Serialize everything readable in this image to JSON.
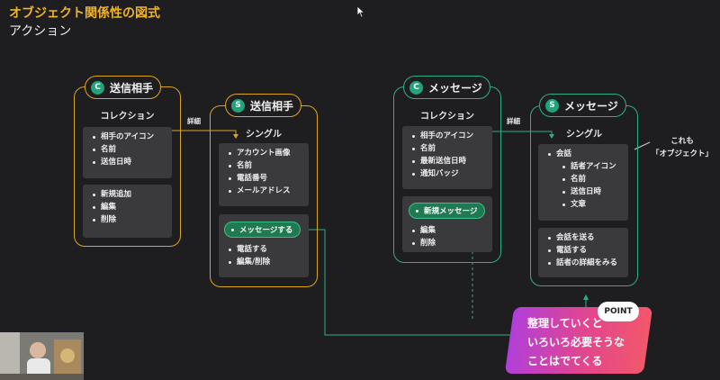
{
  "header": {
    "title": "オブジェクト関係性の図式",
    "subtitle": "アクション"
  },
  "cards": {
    "sender_collection": {
      "badge": "C",
      "name": "送信相手",
      "section": "コレクション",
      "list1": [
        "相手のアイコン",
        "名前",
        "送信日時"
      ],
      "list2": [
        "新規追加",
        "編集",
        "削除"
      ]
    },
    "sender_single": {
      "badge": "S",
      "name": "送信相手",
      "section": "シングル",
      "list1": [
        "アカウント画像",
        "名前",
        "電話番号",
        "メールアドレス"
      ],
      "button": "メッセージする",
      "list2": [
        "電話する",
        "編集/削除"
      ]
    },
    "message_collection": {
      "badge": "C",
      "name": "メッセージ",
      "section": "コレクション",
      "list1": [
        "相手のアイコン",
        "名前",
        "最新送信日時",
        "通知バッジ"
      ],
      "button": "新規メッセージ",
      "list2": [
        "編集",
        "削除"
      ]
    },
    "message_single": {
      "badge": "S",
      "name": "メッセージ",
      "section": "シングル",
      "list1_top": "会話",
      "list1_sub": [
        "話者アイコン",
        "名前",
        "送信日時",
        "文章"
      ],
      "list2": [
        "会話を送る",
        "電話する",
        "話者の詳細をみる"
      ]
    }
  },
  "labels": {
    "detail_left": "詳細",
    "detail_right": "詳細",
    "note_line1": "これも",
    "note_line2": "「オブジェクト」"
  },
  "point": {
    "badge": "POINT",
    "lines": [
      "整理していくと",
      "いろいろ必要そうな",
      "ことはでてくる"
    ]
  },
  "colors": {
    "orange": "#d9a61f",
    "green": "#2fae83",
    "background": "#1e1e21"
  }
}
